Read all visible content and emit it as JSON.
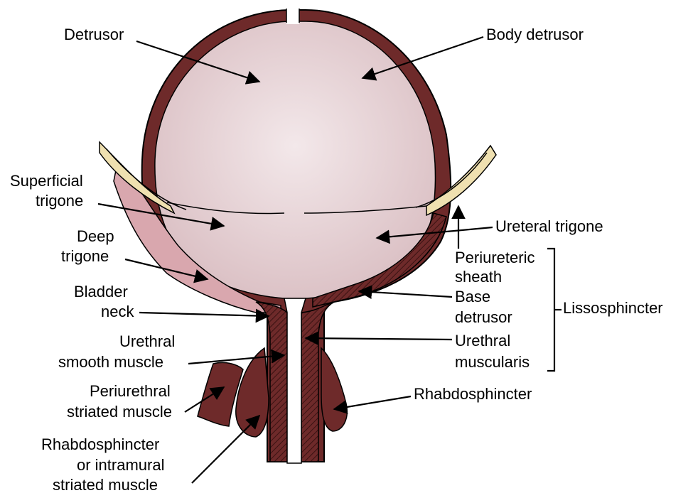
{
  "colors": {
    "muscle": "#6e2a2a",
    "lumen": "#e8d3d6",
    "lumen_center": "#f2e6e8",
    "trigone_layer": "#d9a7ae",
    "sheath": "#efe0b0",
    "outline": "#000000"
  },
  "labels": {
    "detrusor": "Detrusor",
    "body_detrusor": "Body detrusor",
    "superficial_trigone": [
      "Superficial",
      "trigone"
    ],
    "ureteral_trigone": "Ureteral trigone",
    "deep_trigone": [
      "Deep",
      "trigone"
    ],
    "periureteric_sheath": [
      "Periureteric",
      "sheath"
    ],
    "bladder_neck": [
      "Bladder",
      "neck"
    ],
    "base_detrusor": [
      "Base",
      "detrusor"
    ],
    "lissosphincter": "Lissosphincter",
    "urethral_smooth_muscle": [
      "Urethral",
      "smooth muscle"
    ],
    "urethral_muscularis": [
      "Urethral",
      "muscularis"
    ],
    "periurethral_striated_muscle": [
      "Periurethral",
      "striated muscle"
    ],
    "rhabdosphincter": "Rhabdosphincter",
    "rhabdosphincter_intramural": [
      "Rhabdosphincter",
      "or intramural",
      "striated muscle"
    ]
  }
}
